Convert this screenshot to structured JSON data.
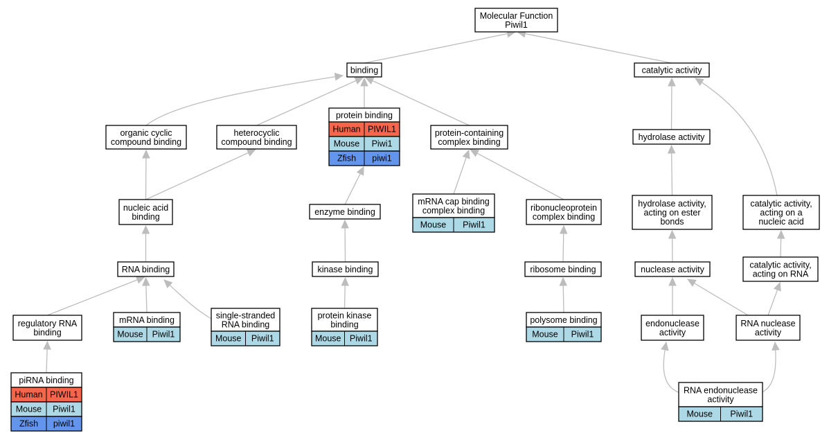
{
  "colors": {
    "Human": "#f6664c",
    "Mouse": "#add8e6",
    "Zfish": "#6495ed",
    "edge": "#bdbdbd",
    "border": "#000000"
  },
  "nodes": {
    "mf": {
      "lines": [
        "Molecular Function",
        "Piwil1"
      ]
    },
    "binding": {
      "lines": [
        "binding"
      ]
    },
    "catalytic": {
      "lines": [
        "catalytic activity"
      ]
    },
    "organic": {
      "lines": [
        "organic cyclic",
        "compound binding"
      ]
    },
    "hetero": {
      "lines": [
        "heterocyclic",
        "compound binding"
      ]
    },
    "protein_binding": {
      "lines": [
        "protein binding"
      ],
      "genes": [
        {
          "species": "Human",
          "gene": "PIWIL1"
        },
        {
          "species": "Mouse",
          "gene": "Piwi1"
        },
        {
          "species": "Zfish",
          "gene": "piwi1"
        }
      ]
    },
    "pccb": {
      "lines": [
        "protein-containing",
        "complex binding"
      ]
    },
    "hydrolase": {
      "lines": [
        "hydrolase activity"
      ]
    },
    "nucleic": {
      "lines": [
        "nucleic acid",
        "binding"
      ]
    },
    "enzyme": {
      "lines": [
        "enzyme binding"
      ]
    },
    "mrnacap": {
      "lines": [
        "mRNA cap binding",
        "complex binding"
      ],
      "genes": [
        {
          "species": "Mouse",
          "gene": "Piwil1"
        }
      ]
    },
    "rnp": {
      "lines": [
        "ribonucleoprotein",
        "complex binding"
      ]
    },
    "hydro_ester": {
      "lines": [
        "hydrolase activity,",
        "acting on ester",
        "bonds"
      ]
    },
    "cat_nucleic": {
      "lines": [
        "catalytic activity,",
        "acting on a",
        "nucleic acid"
      ]
    },
    "rna_binding": {
      "lines": [
        "RNA binding"
      ]
    },
    "kinase": {
      "lines": [
        "kinase binding"
      ]
    },
    "ribosome": {
      "lines": [
        "ribosome binding"
      ]
    },
    "nuclease": {
      "lines": [
        "nuclease activity"
      ]
    },
    "cat_rna": {
      "lines": [
        "catalytic activity,",
        "acting on RNA"
      ]
    },
    "reg_rna": {
      "lines": [
        "regulatory RNA",
        "binding"
      ]
    },
    "mrna_binding": {
      "lines": [
        "mRNA binding"
      ],
      "genes": [
        {
          "species": "Mouse",
          "gene": "Piwil1"
        }
      ]
    },
    "ss_rna": {
      "lines": [
        "single-stranded",
        "RNA binding"
      ],
      "genes": [
        {
          "species": "Mouse",
          "gene": "Piwil1"
        }
      ]
    },
    "pk_binding": {
      "lines": [
        "protein kinase",
        "binding"
      ],
      "genes": [
        {
          "species": "Mouse",
          "gene": "Piwil1"
        }
      ]
    },
    "polysome": {
      "lines": [
        "polysome binding"
      ],
      "genes": [
        {
          "species": "Mouse",
          "gene": "Piwil1"
        }
      ]
    },
    "endonuclease": {
      "lines": [
        "endonuclease",
        "activity"
      ]
    },
    "rna_nuclease": {
      "lines": [
        "RNA nuclease",
        "activity"
      ]
    },
    "pirna": {
      "lines": [
        "piRNA binding"
      ],
      "genes": [
        {
          "species": "Human",
          "gene": "PIWIL1"
        },
        {
          "species": "Mouse",
          "gene": "Piwil1"
        },
        {
          "species": "Zfish",
          "gene": "piwil1"
        }
      ]
    },
    "rna_endo": {
      "lines": [
        "RNA endonuclease",
        "activity"
      ],
      "genes": [
        {
          "species": "Mouse",
          "gene": "Piwil1"
        }
      ]
    }
  },
  "edges": [
    [
      "binding",
      "mf"
    ],
    [
      "catalytic",
      "mf"
    ],
    [
      "organic",
      "binding"
    ],
    [
      "hetero",
      "binding"
    ],
    [
      "protein_binding",
      "binding"
    ],
    [
      "pccb",
      "binding"
    ],
    [
      "hydrolase",
      "catalytic"
    ],
    [
      "cat_nucleic",
      "catalytic"
    ],
    [
      "nucleic",
      "organic"
    ],
    [
      "nucleic",
      "hetero"
    ],
    [
      "enzyme",
      "protein_binding"
    ],
    [
      "mrnacap",
      "pccb"
    ],
    [
      "rnp",
      "pccb"
    ],
    [
      "hydro_ester",
      "hydrolase"
    ],
    [
      "rna_binding",
      "nucleic"
    ],
    [
      "kinase",
      "enzyme"
    ],
    [
      "ribosome",
      "rnp"
    ],
    [
      "nuclease",
      "hydro_ester"
    ],
    [
      "cat_rna",
      "cat_nucleic"
    ],
    [
      "reg_rna",
      "rna_binding"
    ],
    [
      "mrna_binding",
      "rna_binding"
    ],
    [
      "ss_rna",
      "rna_binding"
    ],
    [
      "pk_binding",
      "kinase"
    ],
    [
      "polysome",
      "ribosome"
    ],
    [
      "endonuclease",
      "nuclease"
    ],
    [
      "rna_nuclease",
      "nuclease"
    ],
    [
      "rna_nuclease",
      "cat_rna"
    ],
    [
      "pirna",
      "reg_rna"
    ],
    [
      "rna_endo",
      "endonuclease"
    ],
    [
      "rna_endo",
      "rna_nuclease"
    ]
  ]
}
